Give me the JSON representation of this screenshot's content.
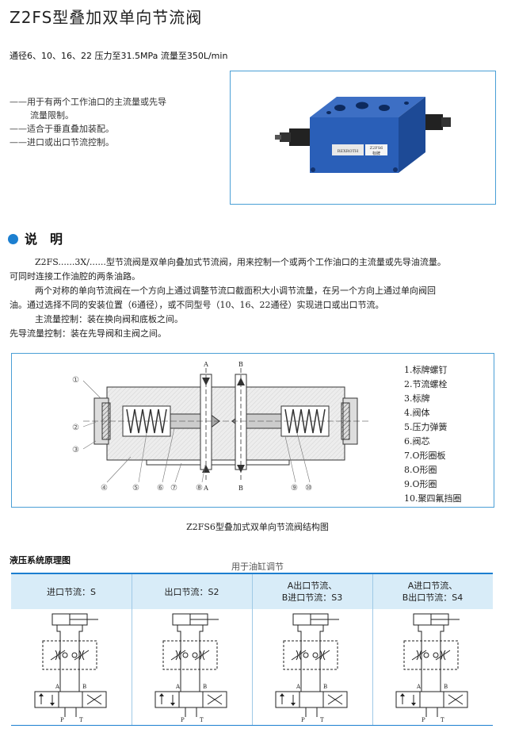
{
  "title": "Z2FS型叠加双单向节流阀",
  "specs": "通径6、10、16、22   压力至31.5MPa   流量至350L/min",
  "features": [
    {
      "text": "——用于有两个工作油口的主流量或先导"
    },
    {
      "text": "流量限制。"
    },
    {
      "text": "——适合于垂直叠加装配。"
    },
    {
      "text": "——进口或出口节流控制。"
    }
  ],
  "photo": {
    "label1": "REXROTH",
    "label2": "Z2FS6",
    "label3": "标牌"
  },
  "section": {
    "title": "说　明"
  },
  "description": [
    "Z2FS......3X/......型节流阀是双单向叠加式节流阀，用来控制一个或两个工作油口的主流量或先导油流量。",
    "可同时连接工作油腔的两条油路。",
    "两个对称的单向节流阀在一个方向上通过调整节流口截面积大小调节流量，在另一个方向上通过单向阀回",
    "油。通过选择不同的安装位置（6通径），或不同型号（10、16、22通径）实现进口或出口节流。",
    "主流量控制：装在换向阀和底板之间。",
    "先导流量控制：装在先导阀和主阀之间。"
  ],
  "structure": {
    "port_a": "A",
    "port_b": "B",
    "callouts": [
      "①",
      "②",
      "③",
      "④",
      "⑤",
      "⑥",
      "⑦",
      "⑧",
      "⑨",
      "⑩"
    ],
    "legend": [
      "1.标牌螺钉",
      "2.节流螺栓",
      "3.标牌",
      "4.阀体",
      "5.压力弹簧",
      "6.阀芯",
      "7.O形圈板",
      "8.O形圈",
      "9.O形圈",
      "10.聚四氟挡圈"
    ],
    "caption": "Z2FS6型叠加式双单向节流阀结构图"
  },
  "hydraulic": {
    "title": "液压系统原理图",
    "usage": "用于油缸调节",
    "columns": [
      {
        "line1": "进口节流：S",
        "line2": ""
      },
      {
        "line1": "出口节流：S2",
        "line2": ""
      },
      {
        "line1": "A出口节流、",
        "line2": "B进口节流：S3"
      },
      {
        "line1": "A进口节流、",
        "line2": "B出口节流：S4"
      }
    ],
    "port_labels": {
      "a": "A",
      "b": "B",
      "p": "P",
      "t": "T"
    }
  },
  "colors": {
    "accent": "#1c7fd0",
    "header_bg": "#d8ecf8",
    "valve_blue": "#2a5fb8"
  }
}
